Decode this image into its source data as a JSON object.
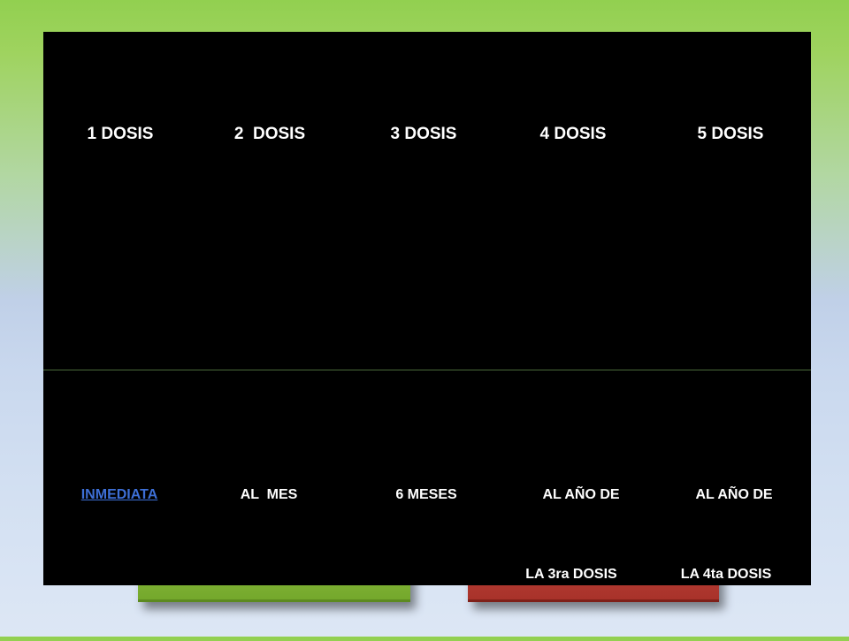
{
  "table": {
    "headers": [
      "1 DOSIS",
      "2  DOSIS",
      "3 DOSIS",
      "4 DOSIS",
      "5 DOSIS"
    ],
    "timing": [
      {
        "line1": "INMEDIATA",
        "line2": ""
      },
      {
        "line1": "AL  MES",
        "line2": ""
      },
      {
        "line1": "6 MESES",
        "line2": ""
      },
      {
        "line1": "AL AÑO DE",
        "line2": "LA 3ra DOSIS"
      },
      {
        "line1": "AL AÑO DE",
        "line2": "LA 4ta DOSIS"
      }
    ]
  },
  "colors": {
    "background_top": "#92d050",
    "background_bottom": "#dde7f5",
    "table_bg": "#000000",
    "text": "#ffffff",
    "link": "#3d6fd6",
    "button_green": "#74a82c",
    "button_red": "#a8322a"
  }
}
